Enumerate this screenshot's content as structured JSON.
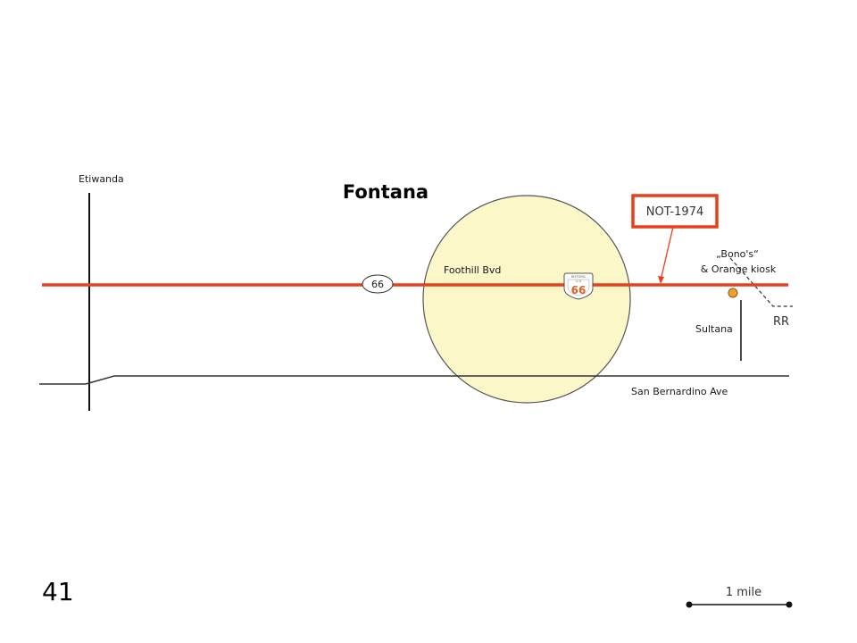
{
  "title": "Fontana",
  "page_number": "41",
  "callout": {
    "label": "NOT-1974",
    "color": "#e8401c"
  },
  "route": {
    "color": "#e8401c",
    "shield_label": "66",
    "historic_shield": {
      "top": "HISTORIC",
      "middle": "U S",
      "number": "66",
      "color": "#d9642a"
    }
  },
  "streets": {
    "etiwanda": "Etiwanda",
    "foothill": "Foothill Bvd",
    "san_bernardino": "San Bernardino Ave",
    "sultana": "Sultana"
  },
  "poi": {
    "line1": "„Bono's“",
    "line2": "& Orange kiosk",
    "marker_color": "#f0a030"
  },
  "railroad": "RR",
  "highlight_circle": {
    "fill": "#fbf7c8",
    "stroke": "#555555"
  },
  "scale": {
    "label": "1 mile"
  }
}
